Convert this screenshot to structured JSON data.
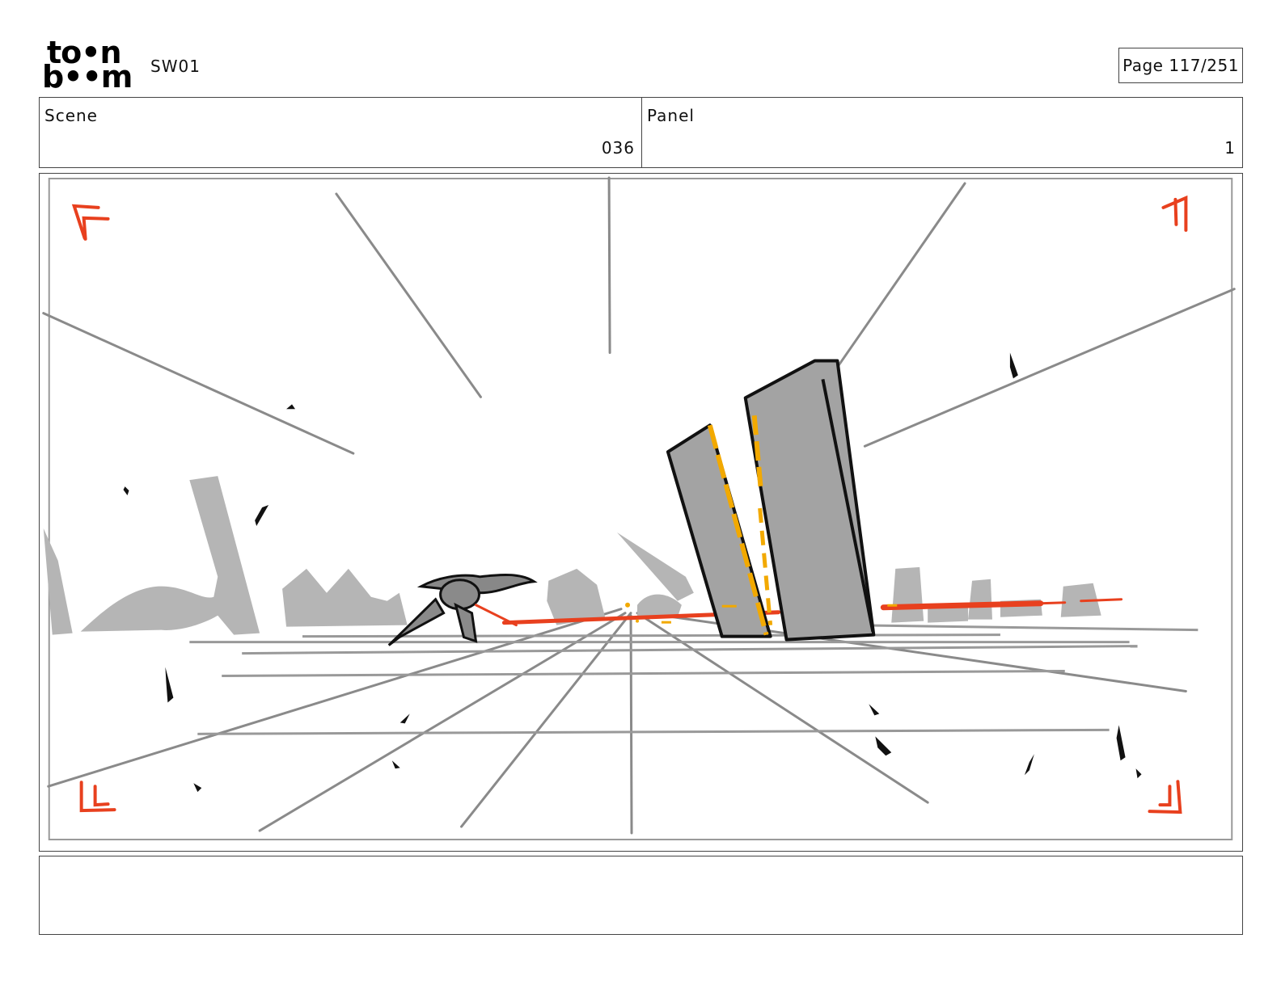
{
  "header": {
    "logo_line1": "to•n",
    "logo_line2": "b••m",
    "project": "SW01",
    "page": "Page 117/251"
  },
  "info": {
    "scene_label": "Scene",
    "scene_value": "036",
    "panel_label": "Panel",
    "panel_value": "1"
  },
  "colors": {
    "frame_marks": "#e8401e",
    "laser": "#e8401e",
    "sparks": "#f2a900",
    "pillar": "#a3a3a3",
    "background_rocks": "#b5b5b5",
    "speed_lines": "#8a8a8a"
  },
  "notes": {
    "text": ""
  }
}
